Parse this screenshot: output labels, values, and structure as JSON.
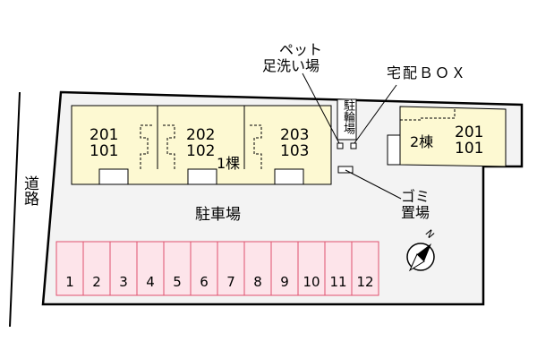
{
  "road_label": "道路",
  "parking_label": "駐車場",
  "bike_parking_label": "駐輪場",
  "pet_wash_label_1": "ペット",
  "pet_wash_label_2": "足洗い場",
  "delivery_box_label": "宅配ＢＯＸ",
  "garbage_label_1": "ゴミ",
  "garbage_label_2": "置場",
  "building1": {
    "label": "1棵",
    "units": [
      {
        "upper": "201",
        "lower": "101"
      },
      {
        "upper": "202",
        "lower": "102"
      },
      {
        "upper": "203",
        "lower": "103"
      }
    ]
  },
  "building2": {
    "label": "2棟",
    "units": [
      {
        "upper": "201",
        "lower": "101"
      }
    ]
  },
  "parking_spaces": [
    "1",
    "2",
    "3",
    "4",
    "5",
    "6",
    "7",
    "8",
    "9",
    "10",
    "11",
    "12"
  ],
  "compass_label": "N",
  "colors": {
    "building": "#fdf9d2",
    "parking": "#fde4ea",
    "parking_border": "#e0506e",
    "lot": "#f3f3f3"
  }
}
